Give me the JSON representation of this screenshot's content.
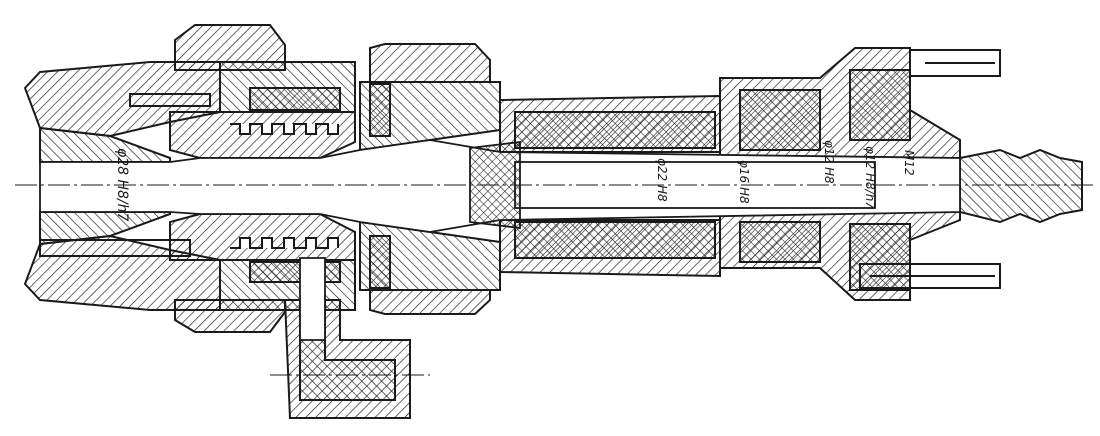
{
  "drawing": {
    "kind": "sectional mechanical drawing",
    "colors": {
      "ink": "#1a1a1a",
      "paper": "#ffffff"
    },
    "dimensions": [
      {
        "id": "d1",
        "text": "φ28 H8/h7"
      },
      {
        "id": "d2",
        "text": "φ22 H8"
      },
      {
        "id": "d3",
        "text": "φ16 H8"
      },
      {
        "id": "d4",
        "text": "φ12 H8"
      },
      {
        "id": "d5",
        "text": "φ12 H8/h7"
      },
      {
        "id": "d6",
        "text": "M12"
      }
    ]
  }
}
